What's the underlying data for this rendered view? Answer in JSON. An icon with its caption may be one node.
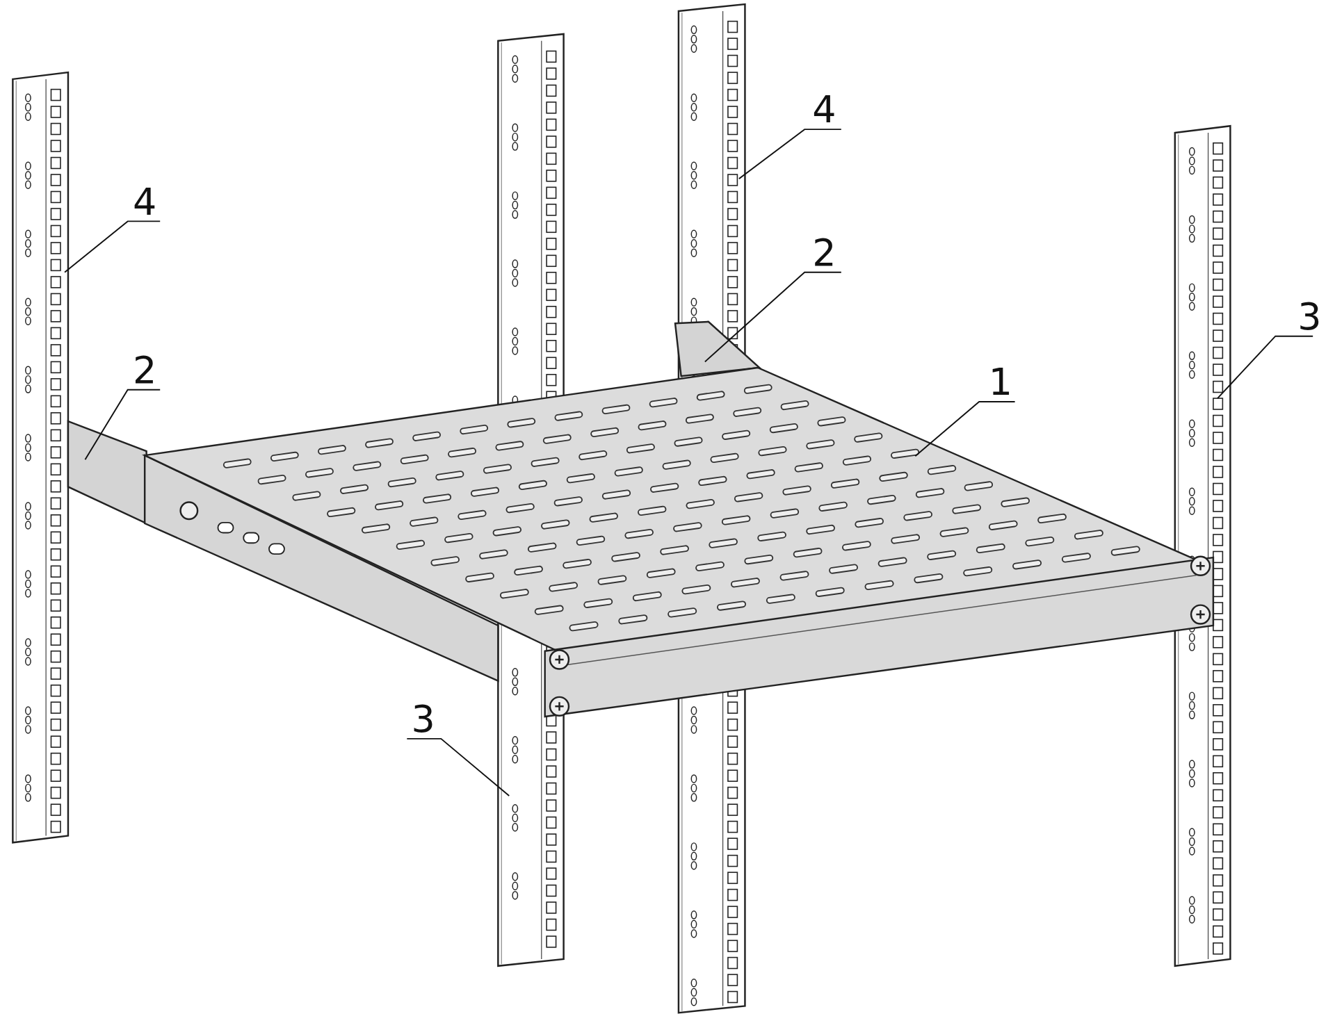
{
  "diagram": {
    "nodes": [
      {
        "text": [
          "4"
        ]
      },
      {
        "text": [
          "4"
        ]
      },
      {
        "text": [
          "2"
        ]
      },
      {
        "text": [
          "3"
        ]
      },
      {
        "text": [
          "2"
        ]
      },
      {
        "text": [
          "1"
        ]
      },
      {
        "text": [
          "3"
        ]
      },
      {
        "text": [],
        "shape": "picture"
      },
      {
        "text": [],
        "shape": "bar"
      },
      {
        "text": [],
        "shape": "picture"
      },
      {
        "text": [],
        "shape": "picture"
      },
      {
        "text": [],
        "shape": "picture"
      },
      {
        "text": [],
        "shape": "bar"
      },
      {
        "text": [],
        "shape": "picture"
      }
    ],
    "edges": [
      {
        "from": 0,
        "to": 11,
        "arrow": "none"
      },
      {
        "from": 1,
        "to": 7,
        "arrow": "none"
      },
      {
        "from": 2,
        "to": 12,
        "arrow": "none"
      },
      {
        "from": 3,
        "to": 13,
        "arrow": "none"
      },
      {
        "from": 4,
        "to": 8,
        "arrow": "none"
      },
      {
        "from": 5,
        "to": 10,
        "arrow": "none"
      },
      {
        "from": 6,
        "to": 9,
        "arrow": "none"
      }
    ]
  }
}
